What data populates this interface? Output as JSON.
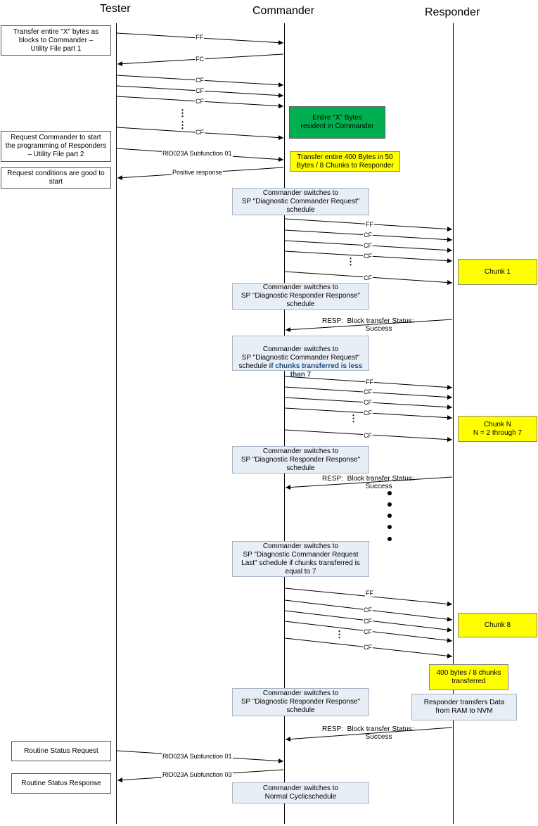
{
  "actors": {
    "tester": "Tester",
    "commander": "Commander",
    "responder": "Responder"
  },
  "boxes": {
    "transfer_x": "Transfer entire \"X\" bytes as\nblocks to Commander –\nUtility File part 1",
    "request_start": "Request Commander to start\nthe programming of Responders\n– Utility File part 2",
    "conditions_good": "Request conditions are good to\nstart",
    "entire_x": "Entire \"X\" Bytes\nresident in Commander",
    "transfer_400": "Transfer entire 400 Bytes in 50\nBytes / 8 Chunks to Responder",
    "switch_req_1": "Commander switches to\nSP \"Diagnostic Commander Request\"\nschedule",
    "chunk1": "Chunk 1",
    "switch_resp_1": "Commander switches to\nSP \"Diagnostic Responder Response\"\nschedule",
    "switch_req_2_a": "Commander switches to\nSP \"Diagnostic Commander Request\"\nschedule ",
    "switch_req_2_b": "if chunks transferred is less\nthan 7",
    "chunkN": "Chunk N\nN = 2 through 7",
    "switch_resp_2": "Commander switches to\nSP \"Diagnostic Responder Response\"\nschedule",
    "switch_req_last": "Commander switches to\nSP \"Diagnostic Commander Request\nLast\" schedule if chunks transferred is\nequal to 7",
    "chunk8": "Chunk 8",
    "transferred_400": "400 bytes / 8 chunks\ntransferred",
    "switch_resp_3": "Commander switches to\nSP \"Diagnostic Responder Response\"\nschedule",
    "nvm": "Responder transfers Data\nfrom RAM to NVM",
    "routine_req": "Routine Status Request",
    "routine_resp": "Routine Status Response",
    "switch_normal": "Commander switches to\nNormal Cyclicschedule"
  },
  "messages": {
    "ff": "FF",
    "fc": "FC",
    "cf": "CF",
    "rid_01": "RID023A Subfunction 01",
    "rid_03": "RID023A Subfunction 03",
    "positive": "Positive response",
    "resp_block": "RESP:  Block transfer Status:\n           Success"
  },
  "colors": {
    "green": "#00b050",
    "yellow": "#ffff00",
    "schedule_box": "#e8eef6",
    "highlight": "#1f497d"
  }
}
